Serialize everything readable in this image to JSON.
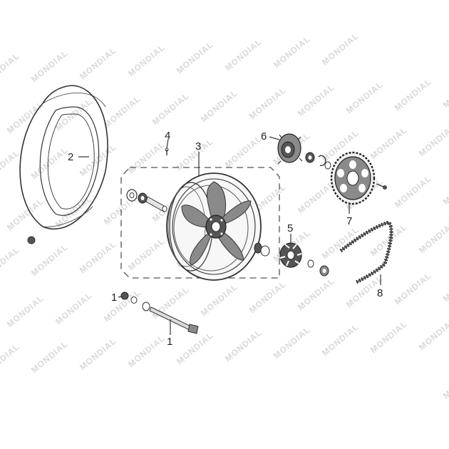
{
  "diagram": {
    "watermark_text": "MONDIAL",
    "callouts": [
      {
        "id": "1",
        "label": "1"
      },
      {
        "id": "1b",
        "label": "1"
      },
      {
        "id": "2",
        "label": "2"
      },
      {
        "id": "3",
        "label": "3"
      },
      {
        "id": "4",
        "label": "4"
      },
      {
        "id": "5",
        "label": "5"
      },
      {
        "id": "6",
        "label": "6"
      },
      {
        "id": "7",
        "label": "7"
      },
      {
        "id": "8",
        "label": "8"
      }
    ],
    "colors": {
      "ink": "#333333",
      "fill_dark": "#555555",
      "fill_mid": "#8a8a8a",
      "watermark": "#d9d9d9"
    }
  }
}
